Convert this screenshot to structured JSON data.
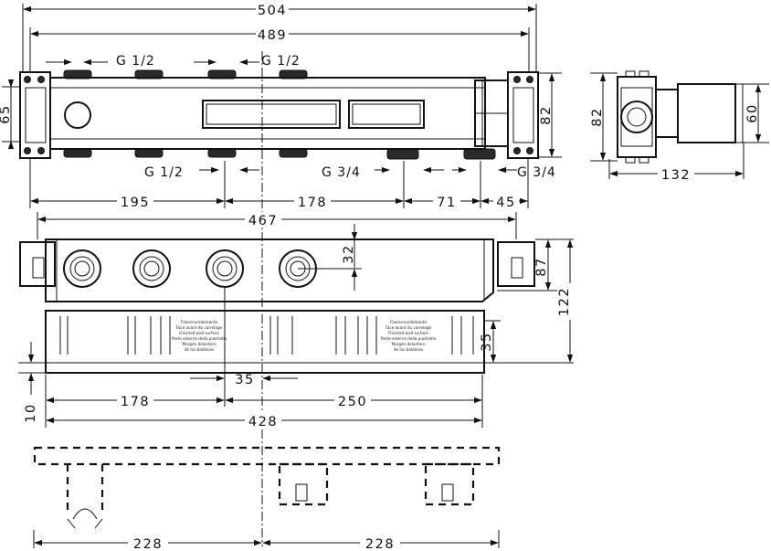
{
  "top_view": {
    "dim_total_outer": "504",
    "dim_total_inner": "489",
    "thread_top_left": "G 1/2",
    "thread_top_right": "G 1/2",
    "thread_bottom_left": "G 1/2",
    "thread_bottom_mid": "G 3/4",
    "thread_bottom_right": "G 3/4",
    "dim_left_height": "65",
    "dim_right_height": "82",
    "dim_seg_1": "195",
    "dim_seg_2": "178",
    "dim_seg_3": "71",
    "dim_seg_4": "45"
  },
  "side_view": {
    "dim_height": "82",
    "dim_width": "132",
    "dim_right": "60"
  },
  "front_view": {
    "dim_467": "467",
    "dim_32": "32",
    "dim_87": "87",
    "dim_122": "122",
    "dim_35_vertical": "35",
    "dim_35": "35",
    "dim_10": "10",
    "dim_178": "178",
    "dim_250": "250",
    "dim_428": "428"
  },
  "bottom_view": {
    "dim_left": "228",
    "dim_right": "228"
  },
  "tile_label": {
    "line1": "Fliesenvorderkante",
    "line2": "Face avant du carrelage",
    "line3": "Finished wall surface",
    "line4": "Parte esterna della piastrella",
    "line5": "Margen delantero",
    "line6": "de los baldosas"
  }
}
